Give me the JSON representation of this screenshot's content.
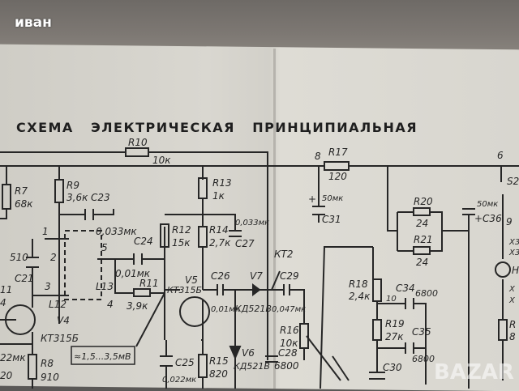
{
  "watermark_user": "иван",
  "watermark_logo": "BAZAR",
  "title": "СХЕМА   ЭЛЕКТРИЧЕСКАЯ   ПРИНЦИПИАЛЬНАЯ",
  "labels": {
    "R10": "R10",
    "R10v": "10к",
    "R7": "R7",
    "R7v": "68к",
    "R9": "R9",
    "R9v": "3,6к",
    "C23": "C23",
    "C23v": "0,033мк",
    "n1": "1",
    "n2": "2",
    "n3": "3",
    "n4": "4",
    "n5": "5",
    "C21": "C21",
    "C21v": "510",
    "L12": "L12",
    "L13": "L13",
    "V4": "V4",
    "V4t": "КТ315Б",
    "R8": "R8",
    "R8v": "910",
    "lft1": "11",
    "lft2": "4",
    "lft3": "22мк",
    "lft4": "20",
    "C24": "C24",
    "C24v": "0,01мк",
    "R11": "R11",
    "R11v": "3,9к",
    "level": "≈1,5...3,5мВ",
    "R12": "R12",
    "R12v": "15к",
    "R13": "R13",
    "R13v": "1к",
    "R14": "R14",
    "R14v": "2,7к",
    "C27": "C27",
    "C27v": "0,033мк",
    "V5": "V5",
    "V5t": "КТ315Б",
    "C26": "C26",
    "C26v": "0,01мк",
    "V7": "V7",
    "V7t": "КД521В",
    "KT2": "КТ2",
    "C29": "C29",
    "C29v": "0,047мк",
    "R16": "R16",
    "R16v": "10к",
    "V6": "V6",
    "V6t": "КД521В",
    "C28": "C28",
    "C28v": "6800",
    "C25": "C25",
    "C25v": "0,022мк",
    "R15": "R15",
    "R15v": "820",
    "n8": "8",
    "R17": "R17",
    "R17v": "120",
    "C31": "C31",
    "C31v": "50мк",
    "plus": "+",
    "R20": "R20",
    "R20v": "24",
    "R21": "R21",
    "R21v": "24",
    "C36": "+C36",
    "C36v": "50мк",
    "n6": "6",
    "S2": "S2",
    "n9": "9",
    "X1": "X3",
    "X2": "X3",
    "H": "H",
    "X3": "X",
    "X4": "X",
    "Rr": "R",
    "Rrv": "8",
    "R18": "R18",
    "R18v": "2,4к",
    "n10": "10",
    "C34": "C34",
    "C34v": "6800",
    "R19": "R19",
    "R19v": "27к",
    "C35": "C35",
    "C35v": "6800",
    "C30": "C30"
  }
}
